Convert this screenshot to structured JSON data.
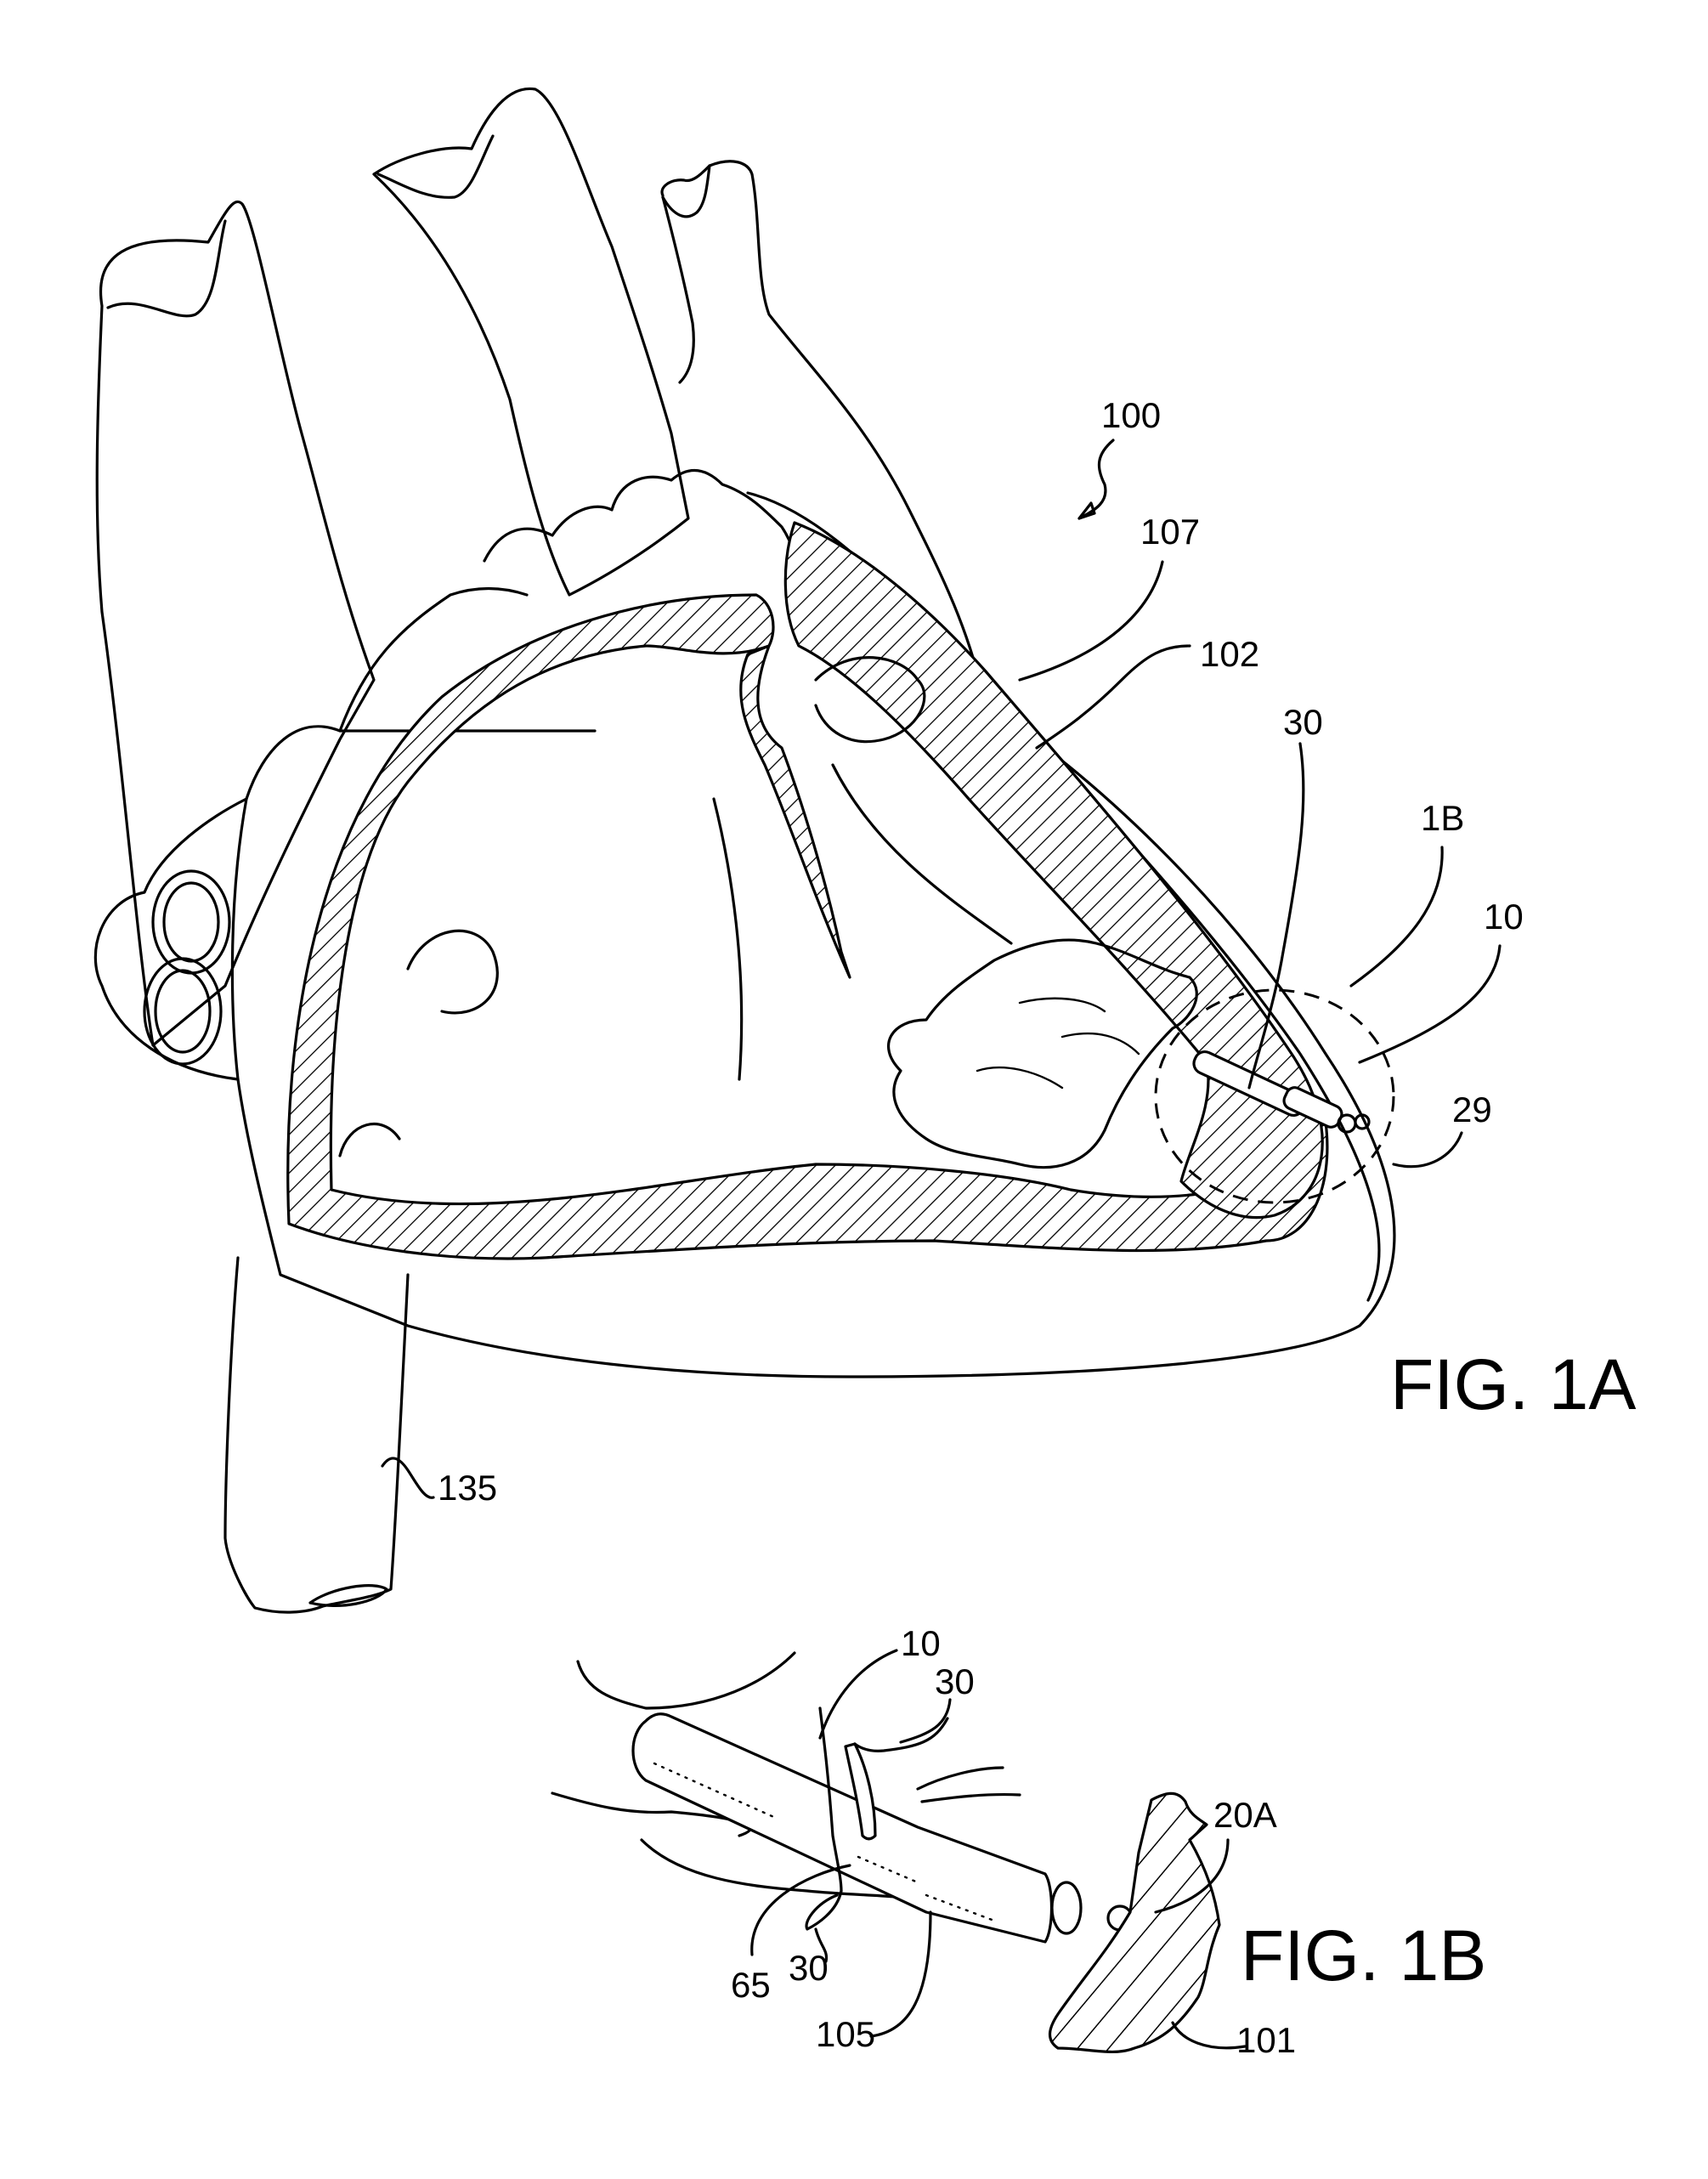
{
  "figures": [
    {
      "id": "fig-1a",
      "title": "FIG. 1A",
      "reference_labels": {
        "heart": "100",
        "chordae": "107",
        "ventricle_wall": "102",
        "tether": "30",
        "detail_callout": "1B",
        "device": "10",
        "apex": "29",
        "vessel": "135"
      }
    },
    {
      "id": "fig-1b",
      "title": "FIG. 1B",
      "reference_labels": {
        "device": "10",
        "tether_top": "30",
        "anchor": "20A",
        "band": "65",
        "tether_bottom": "30",
        "papillary": "105",
        "tissue": "101"
      }
    }
  ]
}
